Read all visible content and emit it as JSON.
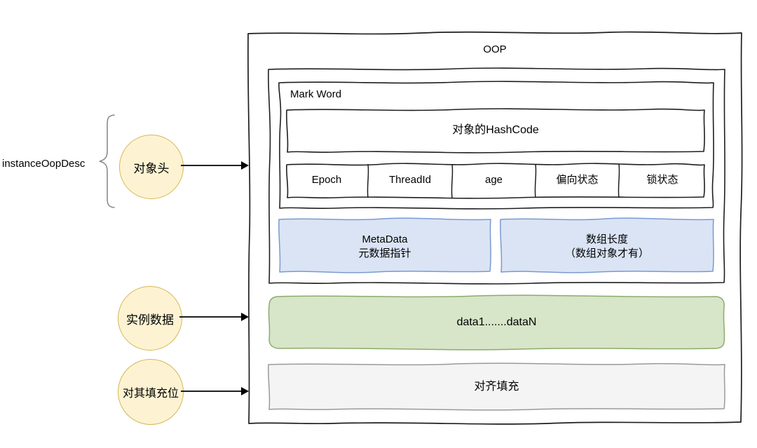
{
  "diagram": {
    "title_left_label": "instanceOopDesc",
    "container_label": "OOP",
    "markword_label": "Mark Word",
    "hashcode_label": "对象的HashCode",
    "mark_cells": [
      {
        "label": "Epoch"
      },
      {
        "label": "ThreadId"
      },
      {
        "label": "age"
      },
      {
        "label": "偏向状态"
      },
      {
        "label": "锁状态"
      }
    ],
    "klass_boxes": [
      {
        "line1": "MetaData",
        "line2": "元数据指针"
      },
      {
        "line1": "数组长度",
        "line2": "（数组对象才有）"
      }
    ],
    "instance_data_label": "data1.......dataN",
    "padding_label": "对齐填充",
    "circles": [
      {
        "label": "对象头"
      },
      {
        "label": "实例数据"
      },
      {
        "label": "对其填充位"
      }
    ],
    "colors": {
      "stroke": "#1f1f1f",
      "circle_fill": "#fdf3d2",
      "circle_stroke": "#d6b656",
      "blue_fill": "#dae4f5",
      "blue_stroke": "#7a9ad0",
      "green_fill": "#d7e5c8",
      "green_stroke": "#8cab6d",
      "gray_fill": "#f4f4f4",
      "gray_stroke": "#9a9a9a",
      "brace_stroke": "#8c8c8c",
      "arrow": "#000000"
    }
  }
}
